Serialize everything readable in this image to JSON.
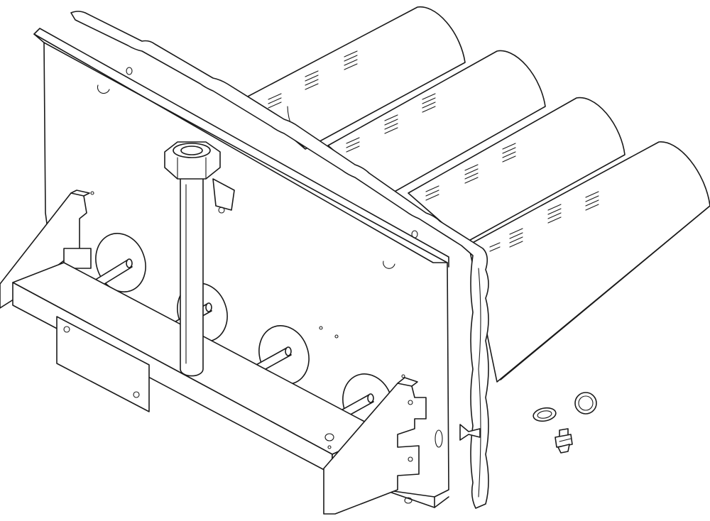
{
  "figure": {
    "kind": "technical-line-drawing",
    "subject": "burner-assembly",
    "line_color": "#1a1a1a",
    "background_color": "#ffffff",
    "burner_tube_count": 4,
    "loose_parts": [
      "gasket-ring-small",
      "gasket-ring-large",
      "orifice-fitting"
    ]
  }
}
